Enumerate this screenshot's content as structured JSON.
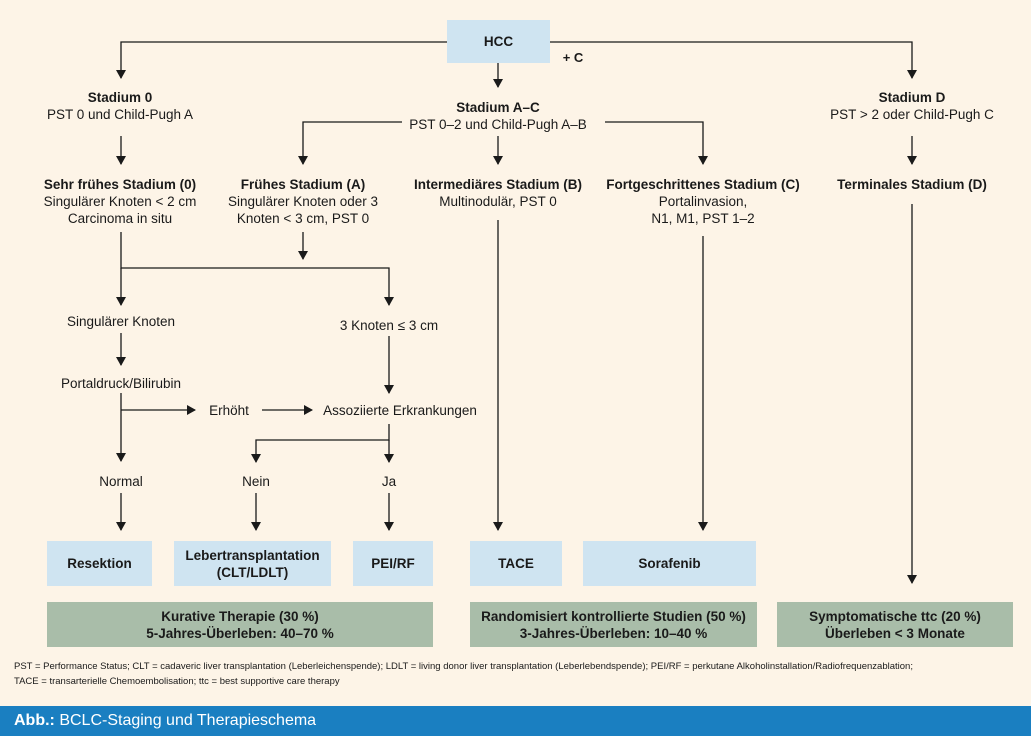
{
  "root": {
    "label": "HCC",
    "plus_c": "+ C"
  },
  "stages": {
    "s0": {
      "title": "Stadium 0",
      "sub": "PST 0 und Child-Pugh A"
    },
    "sac": {
      "title": "Stadium A–C",
      "sub": "PST 0–2 und Child-Pugh A–B"
    },
    "sd": {
      "title": "Stadium D",
      "sub": "PST > 2 oder Child-Pugh C"
    }
  },
  "substages": {
    "very_early": {
      "title": "Sehr frühes Stadium (0)",
      "line1": "Singulärer Knoten < 2 cm",
      "line2": "Carcinoma in situ"
    },
    "early": {
      "title": "Frühes Stadium (A)",
      "line1": "Singulärer Knoten oder 3",
      "line2": "Knoten < 3 cm, PST 0"
    },
    "intermediate": {
      "title": "Intermediäres Stadium (B)",
      "line1": "Multinodulär, PST 0"
    },
    "advanced": {
      "title": "Fortgeschrittenes Stadium (C)",
      "line1": "Portalinvasion,",
      "line2": "N1, M1, PST 1–2"
    },
    "terminal": {
      "title": "Terminales Stadium (D)"
    }
  },
  "decisions": {
    "single_node": "Singulärer Knoten",
    "three_nodes": "3 Knoten ≤ 3 cm",
    "portal": "Portaldruck/Bilirubin",
    "elevated": "Erhöht",
    "assoc": "Assoziierte Erkrankungen",
    "normal": "Normal",
    "no": "Nein",
    "yes": "Ja"
  },
  "treatments": {
    "resection": "Resektion",
    "transplant_1": "Lebertransplantation",
    "transplant_2": "(CLT/LDLT)",
    "pei": "PEI/RF",
    "tace": "TACE",
    "sorafenib": "Sorafenib"
  },
  "outcomes": {
    "curative": {
      "line1": "Kurative Therapie (30 %)",
      "line2": "5-Jahres-Überleben: 40–70 %"
    },
    "rct": {
      "line1": "Randomisiert kontrollierte Studien (50 %)",
      "line2": "3-Jahres-Überleben: 10–40 %"
    },
    "symptomatic": {
      "line1": "Symptomatische ttc (20 %)",
      "line2": "Überleben < 3 Monate"
    }
  },
  "footnote": {
    "line1": "PST = Performance Status; CLT = cadaveric liver transplantation (Leberleichenspende); LDLT = living donor liver transplantation (Leberlebendspende); PEI/RF = perkutane Alkoholinstallation/Radiofrequenzablation;",
    "line2": "TACE = transarterielle Chemoembolisation; ttc = best supportive care therapy"
  },
  "caption": {
    "prefix": "Abb.:",
    "text": "BCLC-Staging und Therapieschema"
  },
  "colors": {
    "background": "#fdf4e7",
    "blue_box": "#cfe4f1",
    "green_box": "#a9bda9",
    "caption_bar": "#1a7fc1"
  }
}
